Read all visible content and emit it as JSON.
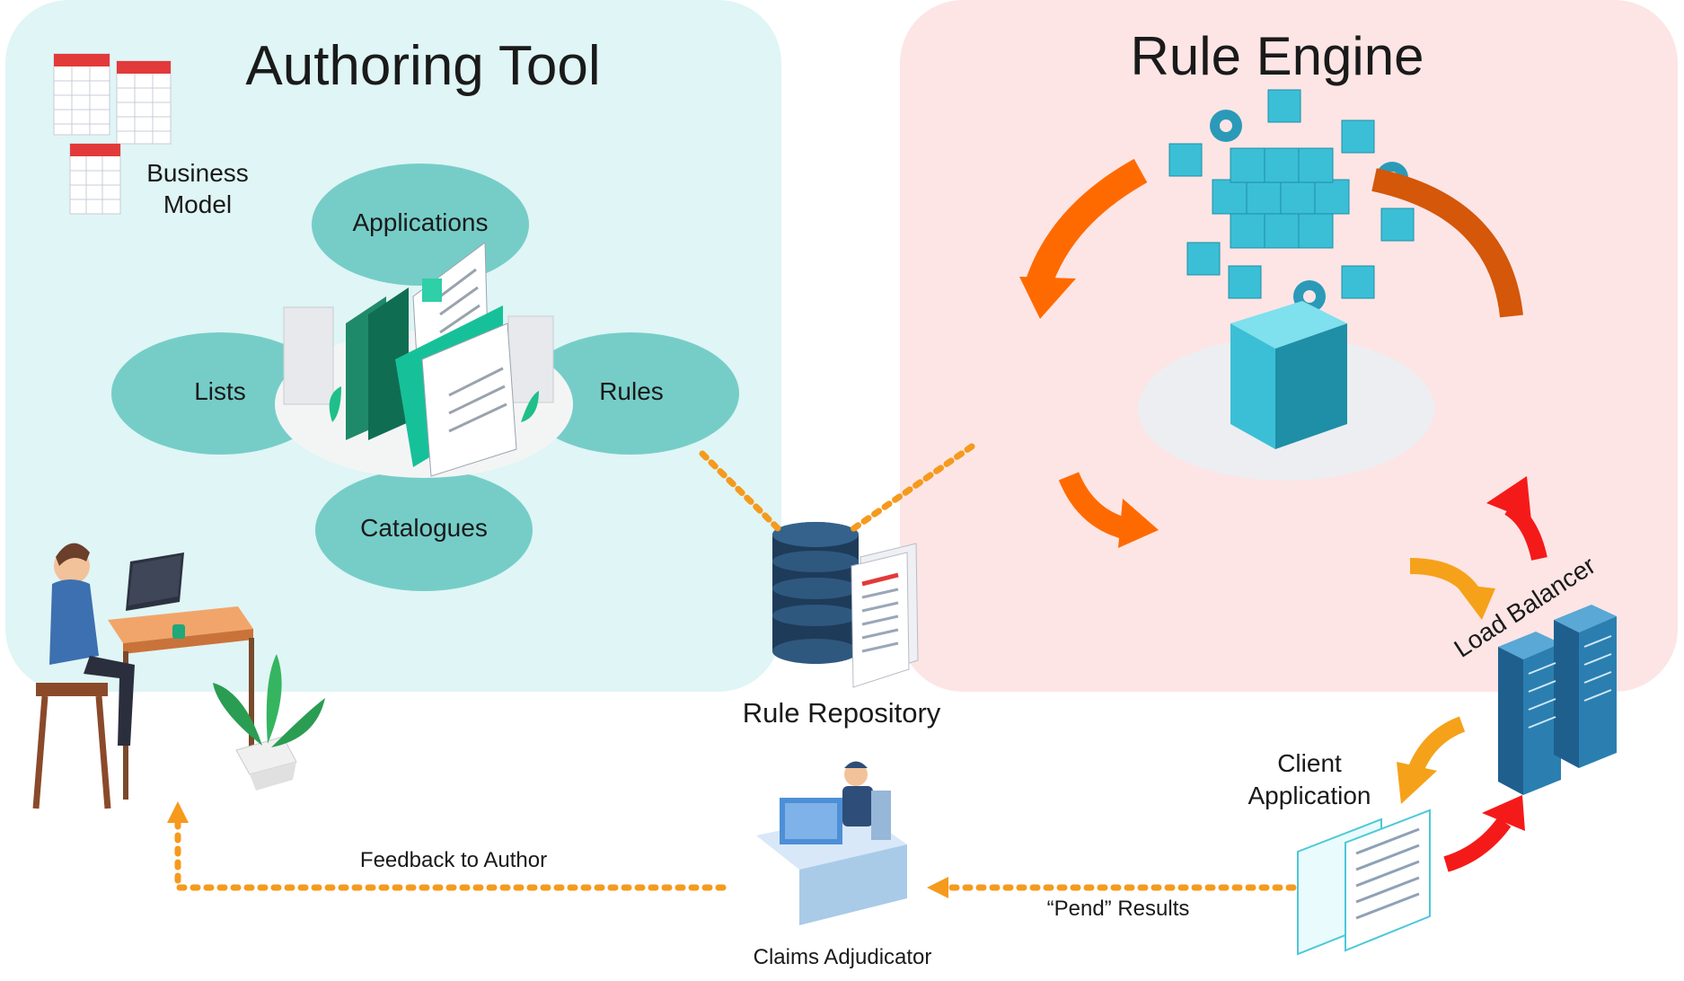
{
  "panels": {
    "authoring": {
      "title": "Authoring Tool",
      "color": "#e0f5f5"
    },
    "engine": {
      "title": "Rule Engine",
      "color": "#fde5e5"
    }
  },
  "authoring": {
    "business_model": "Business\nModel",
    "bubbles": {
      "applications": "Applications",
      "lists": "Lists",
      "rules": "Rules",
      "catalogues": "Catalogues"
    },
    "bubble_color": "#76cdc8"
  },
  "repository": {
    "label": "Rule Repository"
  },
  "engine_side": {
    "load_balancer": "Load Balancer",
    "client_application": "Client\nApplication"
  },
  "bottom": {
    "adjudicator": "Claims Adjudicator",
    "feedback": "Feedback to Author",
    "pend_results": "“Pend” Results"
  },
  "colors": {
    "dotted_flow": "#f59a1d",
    "arrow_orange": "#ff6a00",
    "arrow_dark_orange": "#d4570a",
    "arrow_red": "#f51a1a",
    "arrow_amber": "#f5a21a",
    "cube": "#3bbfd6",
    "server_blue": "#2a7fb0"
  },
  "icons": [
    "spreadsheet-icon",
    "documents-icon",
    "database-icon",
    "server-icon",
    "cube-cluster-icon",
    "gear-icon",
    "person-at-desk-icon",
    "plant-icon",
    "browser-window-icon"
  ]
}
